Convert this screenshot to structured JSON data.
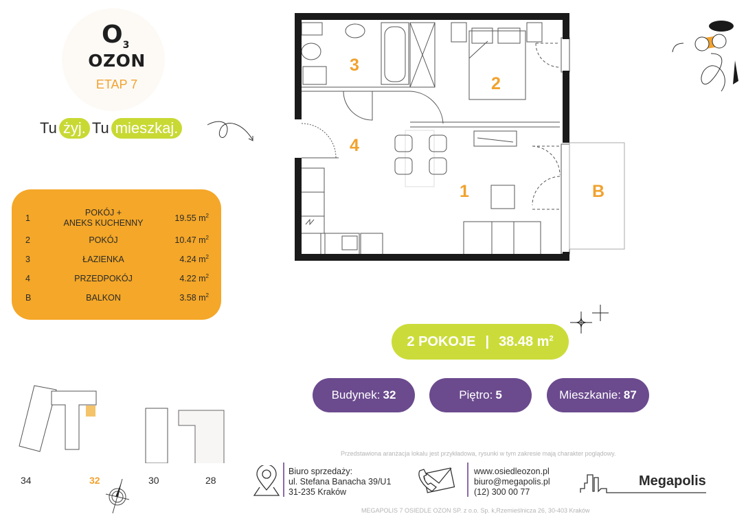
{
  "logo": {
    "symbol": "O",
    "symbol_sub": "3",
    "name": "OZON",
    "stage": "ETAP 7"
  },
  "tagline": {
    "part1": "Tu",
    "highlight1": "żyj.",
    "part2": "Tu",
    "highlight2": "mieszkaj."
  },
  "rooms": [
    {
      "id": "1",
      "name_line1": "POKÓJ +",
      "name_line2": "ANEKS KUCHENNY",
      "area": "19.55 m",
      "unit_sup": "2"
    },
    {
      "id": "2",
      "name_line1": "POKÓJ",
      "name_line2": "",
      "area": "10.47 m",
      "unit_sup": "2"
    },
    {
      "id": "3",
      "name_line1": "ŁAZIENKA",
      "name_line2": "",
      "area": "4.24 m",
      "unit_sup": "2"
    },
    {
      "id": "4",
      "name_line1": "PRZEDPOKÓJ",
      "name_line2": "",
      "area": "4.22 m",
      "unit_sup": "2"
    },
    {
      "id": "B",
      "name_line1": "BALKON",
      "name_line2": "",
      "area": "3.58 m",
      "unit_sup": "2"
    }
  ],
  "floorplan": {
    "labels": {
      "room1": "1",
      "room2": "2",
      "room3": "3",
      "room4": "4",
      "balcony": "B"
    }
  },
  "summary": {
    "rooms": "2 POKOJE",
    "separator": "|",
    "area": "38.48 m",
    "unit_sup": "2"
  },
  "badges": [
    {
      "label": "Budynek:",
      "value": "32"
    },
    {
      "label": "Piętro:",
      "value": "5"
    },
    {
      "label": "Mieszkanie:",
      "value": "87"
    }
  ],
  "buildings": [
    {
      "number": "34",
      "active": false
    },
    {
      "number": "32",
      "active": true
    },
    {
      "number": "30",
      "active": false
    },
    {
      "number": "28",
      "active": false
    }
  ],
  "disclaimer": "Przedstawiona aranżacja lokalu jest przykładowa, rysunki w tym zakresie mają charakter poglądowy.",
  "office": {
    "title": "Biuro sprzedaży:",
    "street": "ul. Stefana Banacha 39/U1",
    "city": "31-235 Kraków"
  },
  "contact": {
    "website": "www.osiedleozon.pl",
    "email": "biuro@megapolis.pl",
    "phone": "(12) 300 00 77"
  },
  "brand": "Megapolis",
  "legal": "MEGAPOLIS 7 OSIEDLE OZON SP. z o.o. Sp. k,Rzemieślnicza 26, 30-403 Kraków",
  "colors": {
    "orange": "#f4a728",
    "lime": "#cbdc3a",
    "purple": "#6b4a8e",
    "wall": "#1a1a1a"
  }
}
